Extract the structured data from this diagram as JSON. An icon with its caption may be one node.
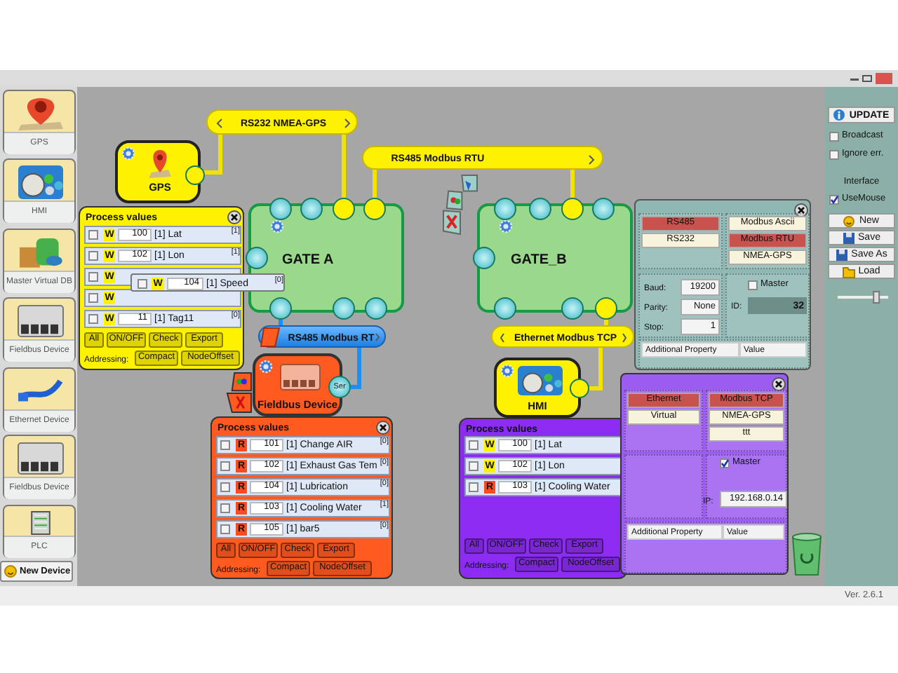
{
  "diagram": {
    "nodes": [
      {
        "text": [
          "GPS"
        ]
      },
      {
        "text": [
          "HMI"
        ]
      },
      {
        "text": [
          "Master Virtual DB"
        ]
      },
      {
        "text": [
          "Fieldbus Device"
        ]
      },
      {
        "text": [
          "Ethernet Device"
        ]
      },
      {
        "text": [
          "Fieldbus Device"
        ]
      },
      {
        "text": [
          "PLC"
        ]
      },
      {
        "text": [
          "New Device"
        ]
      },
      {
        "text": [
          "RS232 NMEA-GPS"
        ]
      },
      {
        "text": [
          "RS485 Modbus RTU"
        ]
      },
      {
        "text": [
          "GPS"
        ]
      },
      {
        "text": [],
        "shape": "circle",
        "in": 10
      },
      {
        "text": [
          "GATE A"
        ]
      },
      {
        "text": [],
        "shape": "circle"
      },
      {
        "text": [],
        "shape": "circle"
      },
      {
        "text": [],
        "shape": "circle"
      },
      {
        "text": [],
        "shape": "circle"
      },
      {
        "text": [],
        "shape": "circle"
      },
      {
        "text": [],
        "shape": "circle"
      },
      {
        "text": [],
        "shape": "circle"
      },
      {
        "text": [],
        "shape": "circle"
      },
      {
        "text": [
          "GATE_B"
        ]
      },
      {
        "text": [],
        "shape": "circle"
      },
      {
        "text": [],
        "shape": "circle"
      },
      {
        "text": [],
        "shape": "circle"
      },
      {
        "text": [],
        "shape": "circle"
      },
      {
        "text": [],
        "shape": "circle"
      },
      {
        "text": [],
        "shape": "circle"
      },
      {
        "text": [],
        "shape": "circle"
      },
      {
        "text": [],
        "shape": "circle"
      },
      {
        "text": [
          "RS485 Modbus RT"
        ]
      },
      {
        "text": [
          "Ethernet Modbus TCP"
        ]
      },
      {
        "text": [
          "Fieldbus Device"
        ]
      },
      {
        "text": [
          "Ser"
        ]
      },
      {
        "text": [
          "HMI"
        ]
      },
      {
        "text": [],
        "shape": "circle"
      },
      {
        "text": [
          "Process values",
          "W",
          "100",
          "[1] Lat",
          "[1]",
          "W",
          "102",
          "[1] Lon",
          "[1]",
          "W",
          "W",
          "W",
          "11",
          "[1] Tag11",
          "[0]",
          "All",
          "ON/OFF",
          "Check",
          "Export",
          "Addressing:",
          "Compact",
          "NodeOffset"
        ]
      },
      {
        "text": [
          "W",
          "104",
          "[1] Speed",
          "[0]"
        ]
      },
      {
        "text": [
          "Process values",
          "R",
          "101",
          "[1] Change AIR",
          "[0]",
          "R",
          "102",
          "[1] Exhaust Gas Tem",
          "[0]",
          "R",
          "104",
          "[1] Lubrication",
          "[0]",
          "R",
          "103",
          "[1] Cooling Water",
          "[1]",
          "R",
          "105",
          "[1] bar5",
          "[0]",
          "All",
          "ON/OFF",
          "Check",
          "Export",
          "Addressing:",
          "Compact",
          "NodeOffset"
        ]
      },
      {
        "text": [
          "Process values",
          "W",
          "100",
          "[1] Lat",
          "W",
          "102",
          "[1] Lon",
          "R",
          "103",
          "[1] Cooling Water",
          "All",
          "ON/OFF",
          "Check",
          "Export",
          "Addressing:",
          "Compact",
          "NodeOffset"
        ]
      },
      {
        "text": [
          "RS485",
          "RS232",
          "Modbus Ascii",
          "Modbus RTU",
          "NMEA-GPS",
          "Baud:",
          "19200",
          "Parity:",
          "None",
          "Stop:",
          "1",
          "Master",
          "ID:",
          "32",
          "Additional Property",
          "Value"
        ]
      },
      {
        "text": [
          "Ethernet",
          "Virtual",
          "Modbus TCP",
          "NMEA-GPS",
          "ttt",
          "Master",
          "IP:",
          "192.168.0.14",
          "Additional Property",
          "Value"
        ]
      },
      {
        "text": [
          "UPDATE",
          "Broadcast",
          "Ignore err.",
          "Interface",
          "UseMouse",
          "New",
          "Save",
          "Save As",
          "Load"
        ]
      }
    ],
    "edges": [
      {
        "from": 8,
        "to": 11,
        "arrow": "none"
      },
      {
        "from": 8,
        "to": 15,
        "arrow": "none"
      },
      {
        "from": 9,
        "to": 16,
        "arrow": "none"
      },
      {
        "from": 9,
        "to": 24,
        "arrow": "none"
      },
      {
        "from": 18,
        "to": 30,
        "arrow": "none",
        "color": "#1e8ff0"
      },
      {
        "from": 30,
        "to": 33,
        "arrow": "none",
        "color": "#1e8ff0"
      },
      {
        "from": 29,
        "to": 31,
        "arrow": "none"
      },
      {
        "from": 31,
        "to": 35,
        "arrow": "none"
      }
    ],
    "labels": [
      "Ver. 2.6.1"
    ]
  }
}
